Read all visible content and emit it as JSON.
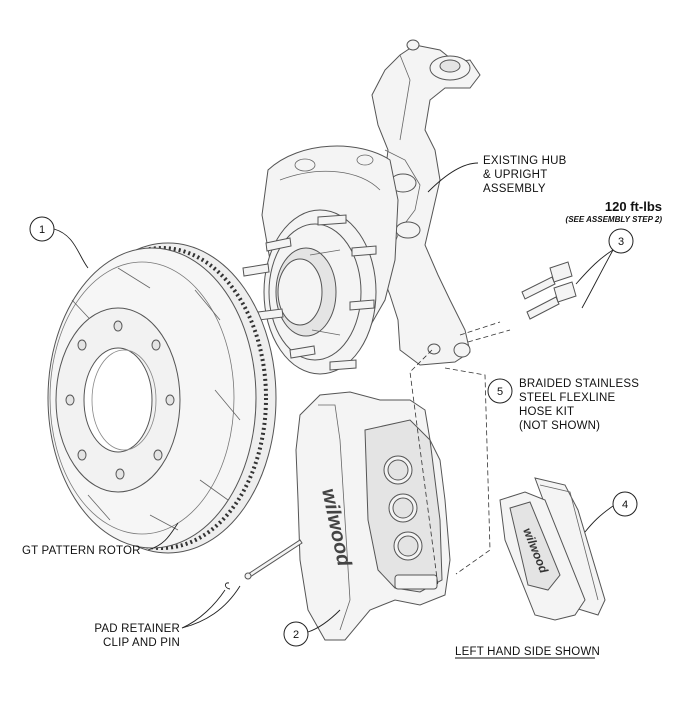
{
  "labels": {
    "hub_line1": "EXISTING HUB",
    "hub_line2": "& UPRIGHT",
    "hub_line3": "ASSEMBLY",
    "torque": "120 ft-lbs",
    "torque_note": "(SEE ASSEMBLY STEP 2)",
    "hose_line1": "BRAIDED STAINLESS",
    "hose_line2": "STEEL FLEXLINE",
    "hose_line3": "HOSE KIT",
    "hose_line4": "(NOT SHOWN)",
    "rotor": "GT PATTERN ROTOR",
    "pad_line1": "PAD RETAINER",
    "pad_line2": "CLIP AND PIN",
    "side_shown": "LEFT HAND SIDE SHOWN"
  },
  "callouts": [
    "1",
    "2",
    "3",
    "4",
    "5"
  ],
  "brand": {
    "caliper_logo": "wilwood",
    "pad_logo": "wilwood"
  },
  "colors": {
    "line": "#555555",
    "fill": "#f4f4f4",
    "text": "#111111"
  }
}
